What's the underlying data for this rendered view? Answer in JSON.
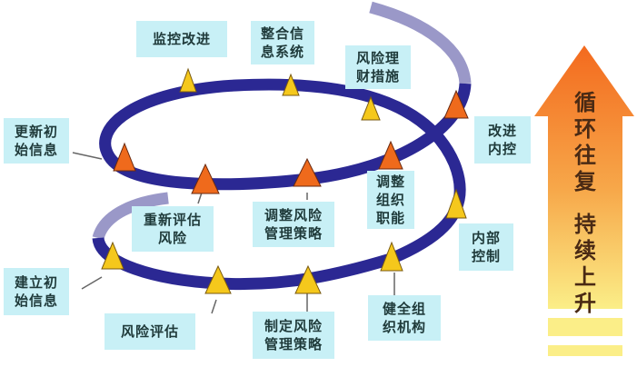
{
  "diagram": {
    "colors": {
      "spiral": "#2b2893",
      "spiral_fade": "#9a98c8",
      "label_bg": "#c8f0f6",
      "label_text": "#1f3a3a",
      "triangle_yellow": "#f5c81c",
      "triangle_orange": "#ef6a1c",
      "arrow_top": "#f36a1e",
      "arrow_bottom": "#fbee88"
    },
    "upper_loop_labels": [
      {
        "id": "monitor",
        "text": "监控改进"
      },
      {
        "id": "integrate",
        "text": "整合信\n息系统"
      },
      {
        "id": "finance",
        "text": "风险理\n财措施"
      },
      {
        "id": "update",
        "text": "更新初\n始信息"
      },
      {
        "id": "improve",
        "text": "改进\n内控"
      },
      {
        "id": "reassess",
        "text": "重新评估\n风险"
      },
      {
        "id": "adjust_strategy",
        "text": "调整风险\n管理策略"
      },
      {
        "id": "adjust_org",
        "text": "调整\n组织\n职能"
      }
    ],
    "lower_loop_labels": [
      {
        "id": "internal",
        "text": "内部\n控制"
      },
      {
        "id": "establish",
        "text": "建立初\n始信息"
      },
      {
        "id": "assess",
        "text": "风险评估"
      },
      {
        "id": "formulate",
        "text": "制定风险\n管理策略"
      },
      {
        "id": "organize",
        "text": "健全组\n织机构"
      }
    ],
    "arrow": {
      "line1": "循\n环\n往\n复",
      "line2": "持\n续\n上\n升"
    }
  }
}
